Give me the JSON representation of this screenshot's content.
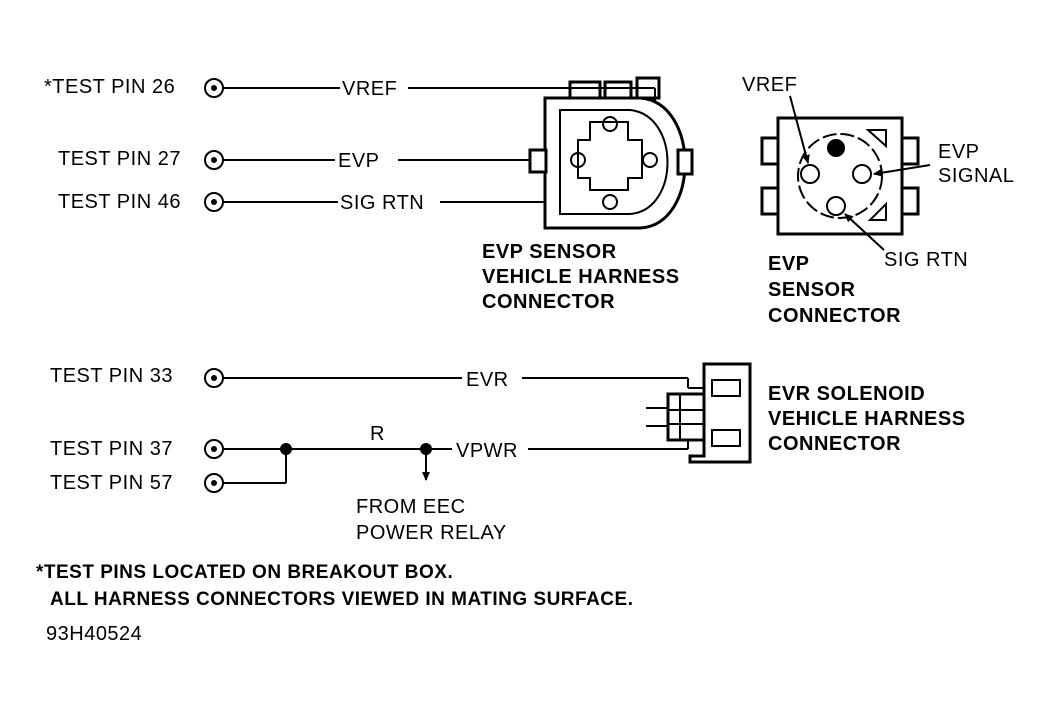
{
  "evp_section": {
    "pin26": "*TEST PIN 26",
    "pin27": "TEST PIN 27",
    "pin46": "TEST PIN 46",
    "wire_vref": "VREF",
    "wire_evp": "EVP",
    "wire_sigrtn": "SIG RTN",
    "harness_label": [
      "EVP SENSOR",
      "VEHICLE HARNESS",
      "CONNECTOR"
    ],
    "sensor_callout_vref": "VREF",
    "sensor_callout_evp_signal": [
      "EVP",
      "SIGNAL"
    ],
    "sensor_callout_sigrtn": "SIG RTN",
    "sensor_label": [
      "EVP",
      "SENSOR",
      "CONNECTOR"
    ]
  },
  "evr_section": {
    "pin33": "TEST PIN 33",
    "pin37": "TEST PIN 37",
    "pin57": "TEST PIN 57",
    "wire_evr": "EVR",
    "wire_r": "R",
    "wire_vpwr": "VPWR",
    "relay_label": [
      "FROM EEC",
      "POWER RELAY"
    ],
    "solenoid_label": [
      "EVR SOLENOID",
      "VEHICLE HARNESS",
      "CONNECTOR"
    ]
  },
  "notes": {
    "line1": "*TEST PINS LOCATED ON BREAKOUT BOX.",
    "line2": "ALL HARNESS CONNECTORS VIEWED IN MATING SURFACE."
  },
  "figure_id": "93H40524"
}
